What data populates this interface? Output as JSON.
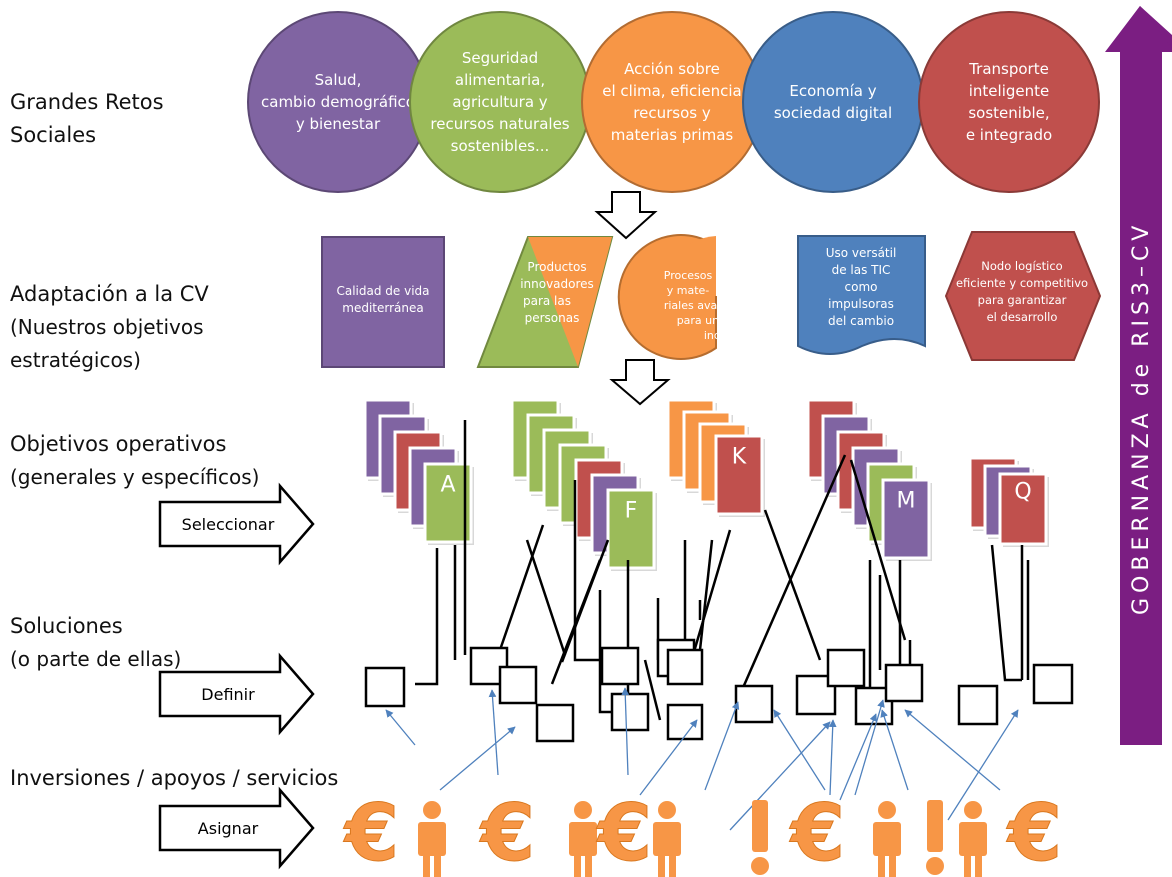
{
  "row_labels": [
    {
      "lines": [
        "Grandes Retos",
        "Sociales"
      ]
    },
    {
      "lines": [
        "Adaptación a la CV",
        "(Nuestros objetivos",
        "estratégicos)"
      ]
    },
    {
      "lines": [
        "Objetivos operativos",
        "(generales y específicos)"
      ]
    },
    {
      "lines": [
        "Soluciones",
        "(o parte de ellas)"
      ]
    },
    {
      "lines": [
        "Inversiones / apoyos / servicios"
      ]
    }
  ],
  "action_arrows": [
    "Seleccionar",
    "Definir",
    "Asignar"
  ],
  "governance_label": "GOBERNANZA de RIS3–CV",
  "challenges": [
    {
      "lines": [
        "Salud,",
        "cambio demográfico",
        "y bienestar"
      ],
      "color": "#8064a2"
    },
    {
      "lines": [
        "Seguridad",
        "alimentaria,",
        "agricultura y",
        "recursos naturales",
        "sostenibles..."
      ],
      "color": "#9bbb59"
    },
    {
      "lines": [
        "Acción sobre",
        "el clima, eficiencia",
        "recursos y",
        "materias primas"
      ],
      "color": "#f79646"
    },
    {
      "lines": [
        "Economía y",
        "sociedad digital"
      ],
      "color": "#4f81bd"
    },
    {
      "lines": [
        "Transporte",
        "inteligente",
        "sostenible,",
        "e integrado"
      ],
      "color": "#c0504d"
    }
  ],
  "strategic_objectives": [
    {
      "lines": [
        "Calidad de vida",
        "mediterránea"
      ],
      "shape": "square",
      "color": "#8064a2"
    },
    {
      "lines": [
        "Productos",
        "innovadores",
        "para las",
        "personas"
      ],
      "shape": "parallelogram",
      "color": "#f79646"
    },
    {
      "lines": [
        "Procesos",
        "y mate-",
        "riales avanzados",
        "para una nueva",
        "industria"
      ],
      "shape": "pie",
      "color": "#f79646"
    },
    {
      "lines": [
        "Uso versátil",
        "de las TIC",
        "como",
        "impulsoras",
        "del cambio"
      ],
      "shape": "wave",
      "color": "#4f81bd"
    },
    {
      "lines": [
        "Nodo logístico",
        "eficiente y competitivo",
        "para garantizar",
        "el desarrollo"
      ],
      "shape": "hexagon",
      "color": "#c0504d"
    }
  ],
  "operational_stacks": [
    {
      "letter": "A",
      "colors": [
        "#8064a2",
        "#8064a2",
        "#c0504d",
        "#8064a2",
        "#9bbb59"
      ]
    },
    {
      "letter": "F",
      "colors": [
        "#9bbb59",
        "#9bbb59",
        "#9bbb59",
        "#9bbb59",
        "#c0504d",
        "#8064a2",
        "#9bbb59"
      ]
    },
    {
      "letter": "K",
      "colors": [
        "#f79646",
        "#f79646",
        "#f79646",
        "#c0504d"
      ]
    },
    {
      "letter": "M",
      "colors": [
        "#c0504d",
        "#8064a2",
        "#c0504d",
        "#8064a2",
        "#9bbb59",
        "#8064a2"
      ]
    },
    {
      "letter": "Q",
      "colors": [
        "#c0504d",
        "#8064a2",
        "#c0504d"
      ]
    }
  ],
  "investments": [
    "euro",
    "person",
    "euro",
    "person",
    "euro",
    "person",
    "exclaim",
    "euro",
    "person",
    "exclaim",
    "person",
    "euro"
  ],
  "colors": {
    "purple": "#8064a2",
    "green": "#9bbb59",
    "orange": "#f79646",
    "blue": "#4f81bd",
    "red": "#c0504d",
    "governance": "#7b1e82",
    "investment": "#f79646",
    "link_arrow": "#4f81bd"
  }
}
